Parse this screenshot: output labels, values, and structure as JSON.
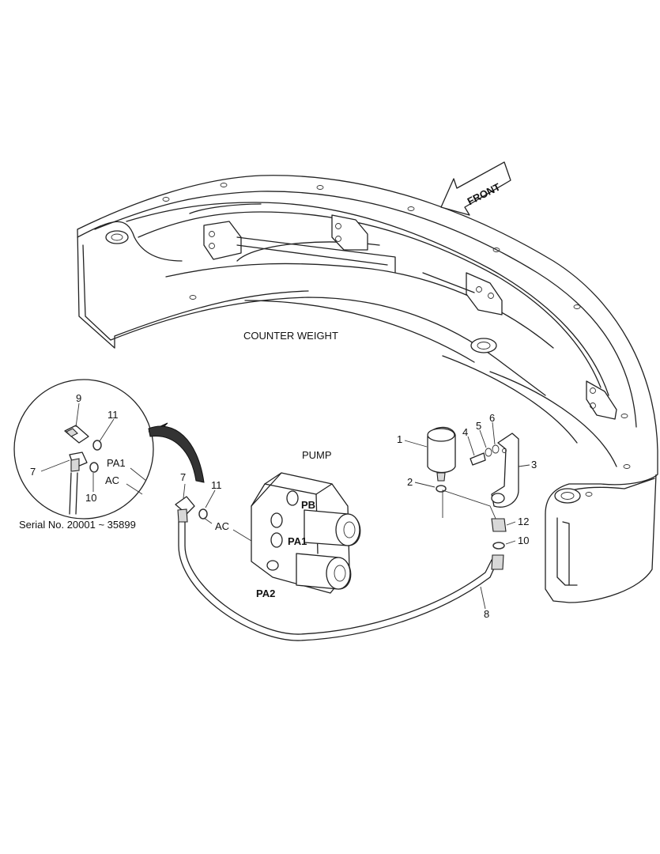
{
  "labels": {
    "counter_weight": "COUNTER WEIGHT",
    "pump": "PUMP",
    "front": "FRONT",
    "serial": "Serial No. 20001 ~ 35899",
    "pa1": "PA1",
    "pa2": "PA2",
    "pb": "PB",
    "ac": "AC"
  },
  "callouts": {
    "c1": "1",
    "c2": "2",
    "c3": "3",
    "c4": "4",
    "c5": "5",
    "c6": "6",
    "c7": "7",
    "c8": "8",
    "c9": "9",
    "c10": "10",
    "c11": "11",
    "c12": "12"
  }
}
